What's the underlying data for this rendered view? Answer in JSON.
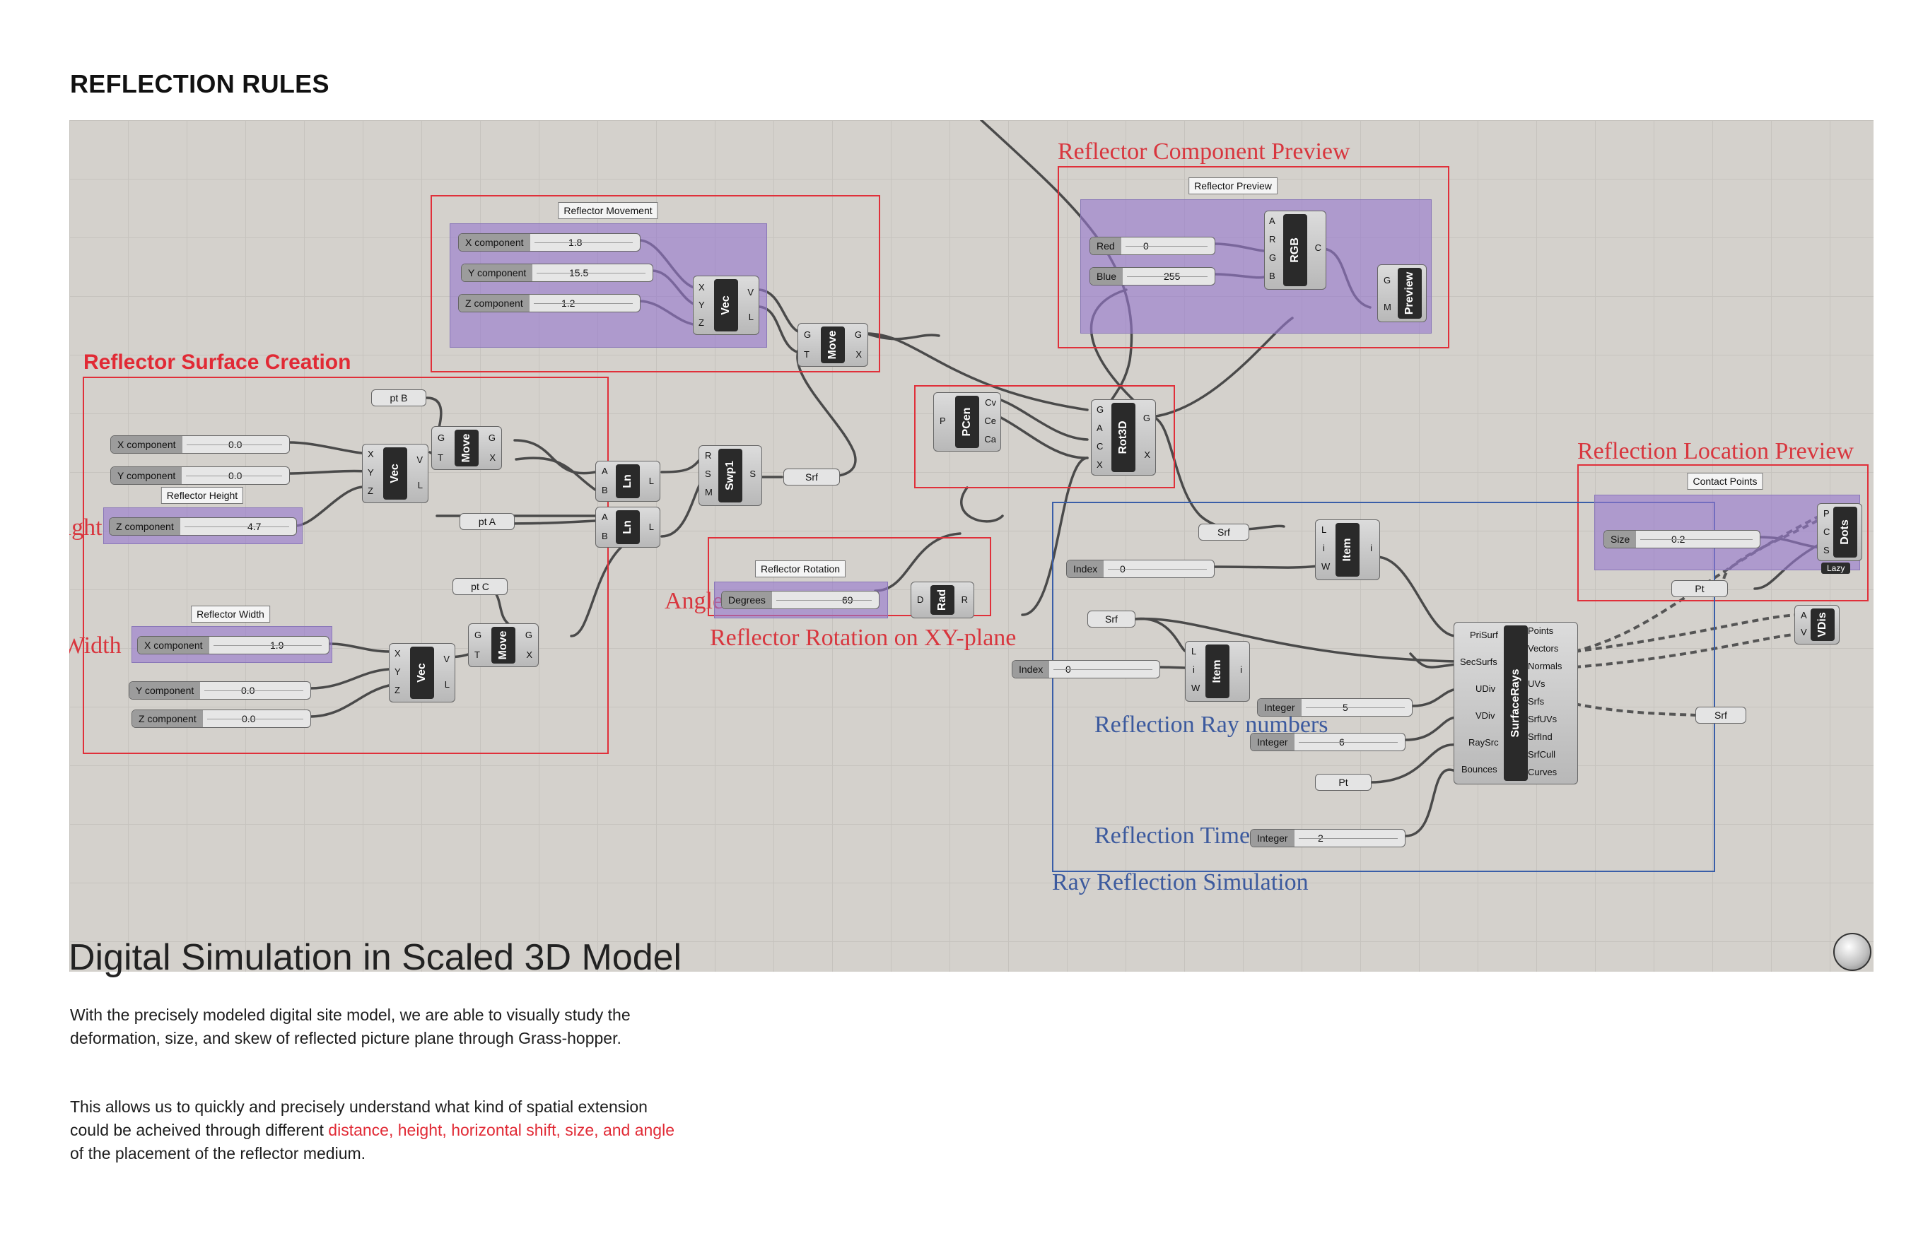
{
  "page": {
    "title": "REFLECTION RULES",
    "heading": "Digital Simulation in Scaled 3D Model",
    "paragraph1": "With the precisely modeled digital site model, we are able to visually study the deformation, size, and skew of reflected picture plane through Grass-hopper.",
    "paragraph2_start": "This allows us to quickly and precisely understand what kind of spatial extension could be acheived through different ",
    "paragraph2_highlight": "distance, height, horizontal shift, size, and angle",
    "paragraph2_end": " of the placement of the reflector medium."
  },
  "regions": {
    "surface_creation": "Reflector Surface Creation",
    "component_preview": "Reflector Component Preview",
    "rotation": "Reflector Rotation on XY-plane",
    "location_preview": "Reflection Location Preview",
    "ray_simulation": "Ray Reflection Simulation",
    "ray_numbers": "Reflection Ray numbers",
    "reflection_times": "Reflection Times",
    "height": "Height",
    "width": "Width",
    "angle": "Angle"
  },
  "groups": {
    "movement": "Reflector Movement",
    "height": "Reflector Height",
    "width": "Reflector Width",
    "rotation": "Reflector Rotation",
    "preview": "Reflector Preview",
    "contact": "Contact Points"
  },
  "sliders": {
    "mx": {
      "name": "X component",
      "value": "1.8"
    },
    "my": {
      "name": "Y component",
      "value": "15.5"
    },
    "mz": {
      "name": "Z component",
      "value": "1.2"
    },
    "sx": {
      "name": "X component",
      "value": "0.0"
    },
    "sy": {
      "name": "Y component",
      "value": "0.0"
    },
    "sz": {
      "name": "Z component",
      "value": "4.7"
    },
    "wx": {
      "name": "X component",
      "value": "1.9"
    },
    "wy": {
      "name": "Y component",
      "value": "0.0"
    },
    "wz": {
      "name": "Z component",
      "value": "0.0"
    },
    "deg": {
      "name": "Degrees",
      "value": "69"
    },
    "red": {
      "name": "Red",
      "value": "0"
    },
    "blue": {
      "name": "Blue",
      "value": "255"
    },
    "size": {
      "name": "Size",
      "value": "0.2"
    },
    "idx1": {
      "name": "Index",
      "value": "0"
    },
    "idx2": {
      "name": "Index",
      "value": "0"
    },
    "int5": {
      "name": "Integer",
      "value": "5"
    },
    "int6": {
      "name": "Integer",
      "value": "6"
    },
    "int2": {
      "name": "Integer",
      "value": "2"
    }
  },
  "params": {
    "ptB": "pt B",
    "ptA": "pt A",
    "ptC": "pt C",
    "srf1": "Srf",
    "srf2": "Srf",
    "srf3": "Srf",
    "srf4": "Srf",
    "pt1": "Pt",
    "pt2": "Pt"
  },
  "components": {
    "vec1": {
      "name": "Vec",
      "in": [
        "X",
        "Y",
        "Z"
      ],
      "out": [
        "V",
        "L"
      ]
    },
    "vec2": {
      "name": "Vec",
      "in": [
        "X",
        "Y",
        "Z"
      ],
      "out": [
        "V",
        "L"
      ]
    },
    "vec3": {
      "name": "Vec",
      "in": [
        "X",
        "Y",
        "Z"
      ],
      "out": [
        "V",
        "L"
      ]
    },
    "move1": {
      "name": "Move",
      "in": [
        "G",
        "T"
      ],
      "out": [
        "G",
        "X"
      ]
    },
    "move2": {
      "name": "Move",
      "in": [
        "G",
        "T"
      ],
      "out": [
        "G",
        "X"
      ]
    },
    "move3": {
      "name": "Move",
      "in": [
        "G",
        "T"
      ],
      "out": [
        "G",
        "X"
      ]
    },
    "ln1": {
      "name": "Ln",
      "in": [
        "A",
        "B"
      ],
      "out": [
        "L"
      ]
    },
    "ln2": {
      "name": "Ln",
      "in": [
        "A",
        "B"
      ],
      "out": [
        "L"
      ]
    },
    "swp1": {
      "name": "Swp1",
      "in": [
        "R",
        "S",
        "M"
      ],
      "out": [
        "S"
      ]
    },
    "pcen": {
      "name": "PCen",
      "in": [
        "P"
      ],
      "out": [
        "Cv",
        "Ce",
        "Ca"
      ]
    },
    "rot3d": {
      "name": "Rot3D",
      "in": [
        "G",
        "A",
        "C",
        "X"
      ],
      "out": [
        "G",
        "X"
      ]
    },
    "rad": {
      "name": "Rad",
      "in": [
        "D"
      ],
      "out": [
        "R"
      ]
    },
    "rgb": {
      "name": "RGB",
      "in": [
        "A",
        "R",
        "G",
        "B"
      ],
      "out": [
        "C"
      ]
    },
    "preview": {
      "name": "Preview",
      "in": [
        "G",
        "M"
      ],
      "out": []
    },
    "item1": {
      "name": "Item",
      "in": [
        "L",
        "i",
        "W"
      ],
      "out": [
        "i"
      ]
    },
    "item2": {
      "name": "Item",
      "in": [
        "L",
        "i",
        "W"
      ],
      "out": [
        "i"
      ]
    },
    "dots": {
      "name": "Dots",
      "in": [
        "P",
        "C",
        "S"
      ],
      "out": []
    },
    "vdis": {
      "name": "VDis",
      "in": [
        "A",
        "V"
      ],
      "out": []
    },
    "rays": {
      "name": "SurfaceRays",
      "in": [
        "PriSurf",
        "SecSurfs",
        "UDiv",
        "VDiv",
        "RaySrc",
        "Bounces"
      ],
      "out": [
        "Points",
        "Vectors",
        "Normals",
        "UVs",
        "Srfs",
        "SrfUVs",
        "SrfInd",
        "SrfCull",
        "Curves"
      ]
    }
  },
  "lazy_label": "Lazy",
  "colors": {
    "canvas": "#d4d1cc",
    "group": "#9678cd",
    "red_region": "#e0303a",
    "blue_region": "#3a5ea8",
    "wire": "#4a4a4a"
  }
}
